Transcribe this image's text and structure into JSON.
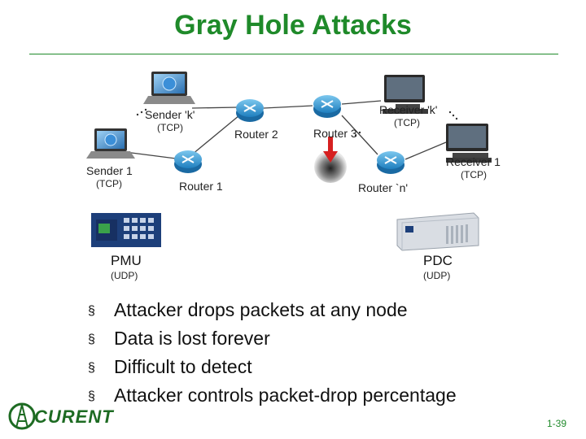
{
  "title": "Gray Hole Attacks",
  "nodes": {
    "sender_k": {
      "label": "Sender 'k'",
      "protocol": "(TCP)"
    },
    "sender_1": {
      "label": "Sender 1",
      "protocol": "(TCP)"
    },
    "router_1": {
      "label": "Router 1"
    },
    "router_2": {
      "label": "Router 2"
    },
    "router_3": {
      "label": "Router 3"
    },
    "router_n": {
      "label": "Router `n'"
    },
    "receiver_k": {
      "label": "Receiver 'k'",
      "protocol": "(TCP)"
    },
    "receiver_1": {
      "label": "Receiver 1",
      "protocol": "(TCP)"
    },
    "pmu": {
      "label": "PMU",
      "protocol": "(UDP)"
    },
    "pdc": {
      "label": "PDC",
      "protocol": "(UDP)"
    }
  },
  "bullets": [
    "Attacker drops packets at any node",
    "Data is lost forever",
    "Difficult to detect",
    "Attacker controls packet-drop percentage"
  ],
  "logo_text": "CURENT",
  "page_number": "1-39",
  "colors": {
    "title": "#1f8a2a",
    "router": "#2b9bd6",
    "attacker_arrow": "#d62020"
  }
}
